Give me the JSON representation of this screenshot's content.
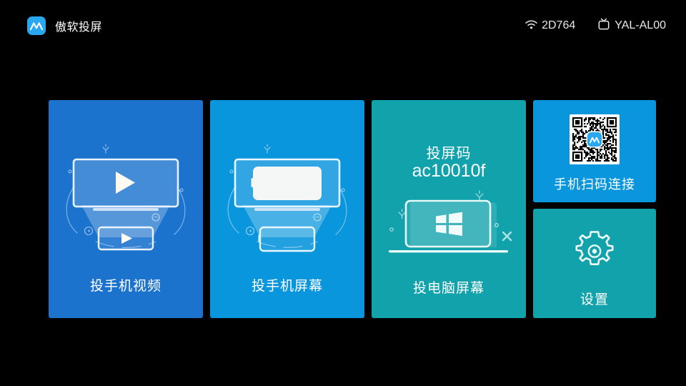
{
  "app": {
    "title": "傲软投屏",
    "logo_icon": "mountain-logo-icon",
    "brand_color": "#29A8F0"
  },
  "status_bar": {
    "wifi": {
      "icon": "wifi-icon",
      "label": "2D764"
    },
    "device": {
      "icon": "tv-icon",
      "label": "YAL-AL00"
    }
  },
  "cards": {
    "cast_phone_video": {
      "label": "投手机视频",
      "color": "#1B73CE",
      "illustration": "tv-play-to-phone-illustration"
    },
    "cast_phone_screen": {
      "label": "投手机屏幕",
      "color": "#0A96DD",
      "illustration": "tv-mirror-phone-illustration"
    },
    "cast_pc_screen": {
      "label": "投电脑屏幕",
      "color": "#11A2AC",
      "code_title": "投屏码",
      "code_value": "ac10010f",
      "illustration": "windows-laptop-illustration"
    },
    "scan_qr_connect": {
      "label": "手机扫码连接",
      "color": "#0A96DD",
      "icon": "qr-code-icon"
    },
    "settings": {
      "label": "设置",
      "color": "#11A2AC",
      "icon": "gear-icon"
    }
  }
}
